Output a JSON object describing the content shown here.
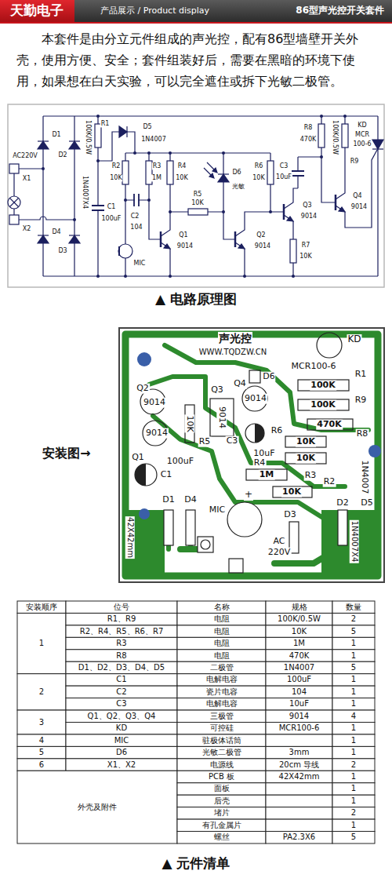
{
  "diagram": {
    "labels": [
      "天勤电子",
      "产品展示 / Product display",
      "86型声光控开关套件",
      "本套件是由分立元件组成的声光控，配有86型墙壁开关外壳，使用方便、安全；套件组装好后，需要在黑暗的环境下使用，如果想在白天实验，可以完全遮住或拆下光敏二极管。",
      "AC220V",
      "X1",
      "X2",
      "D1",
      "D2",
      "D4",
      "D3",
      "1N4007X4",
      "R1",
      "100K/0.5W",
      "C1",
      "100uF",
      "D5",
      "1N4007",
      "R2",
      "10K",
      "R3",
      "1M",
      "R4",
      "10K",
      "C2",
      "104",
      "MIC",
      "Q1",
      "9014",
      "R5",
      "10K",
      "D6",
      "光敏",
      "Q2",
      "9014",
      "R6",
      "10K",
      "C3",
      "10uF",
      "Q3",
      "9014",
      "R7",
      "10K",
      "R8",
      "470K",
      "100K/0.5W",
      "R9",
      "KD",
      "MCR",
      "100-6",
      "Q4",
      "9014",
      "▲ 电路原理图",
      "安装图→",
      "声光控",
      "WWW.TQDZW.CN",
      "KD",
      "MCR100-6",
      "R1",
      "100K",
      "D6",
      "Q2",
      "Q4",
      "Q3",
      "9014",
      "9014",
      "R9",
      "100K",
      "9014",
      "10K",
      "470K",
      "R6",
      "R8",
      "9014",
      "R5",
      "C3",
      "10K",
      "10uF",
      "Q1",
      "100uF",
      "R4",
      "10K",
      "C1",
      "1M",
      "R3",
      "1N4007",
      "R2",
      "10K",
      "+",
      "D1",
      "D4",
      "D5",
      "D2",
      "MIC",
      "D3",
      "AC",
      "220V",
      "42X42mm",
      "1N4007X4",
      "安装顺序",
      "位号",
      "名称",
      "规格",
      "数量",
      "1",
      "R1、R9",
      "电阻",
      "100K/0.5W",
      "2",
      "R2、R4、R5、R6、R7",
      "电阻",
      "10K",
      "5",
      "R3",
      "电阻",
      "1M",
      "1",
      "R8",
      "电阻",
      "470K",
      "1",
      "D1、D2、D3、D4、D5",
      "二极管",
      "1N4007",
      "5",
      "2",
      "C1",
      "电解电容",
      "100uF",
      "1",
      "C2",
      "瓷片电容",
      "104",
      "1",
      "C3",
      "电解电容",
      "10uF",
      "1",
      "3",
      "Q1、Q2、Q3、Q4",
      "三极管",
      "9014",
      "4",
      "KD",
      "可控硅",
      "MCR100-6",
      "1",
      "4",
      "MIC",
      "驻极体话筒",
      "1",
      "5",
      "D6",
      "光敏二极管",
      "3mm",
      "1",
      "6",
      "X1、X2",
      "电源线",
      "20cm 导线",
      "2",
      "外壳及附件",
      "PCB 板",
      "42X42mm",
      "1",
      "面板",
      "1",
      "后壳",
      "1",
      "堵片",
      "2",
      "有孔金属片",
      "1",
      "螺丝",
      "PA2.3X6",
      "5",
      "▲ 元件清单"
    ]
  }
}
